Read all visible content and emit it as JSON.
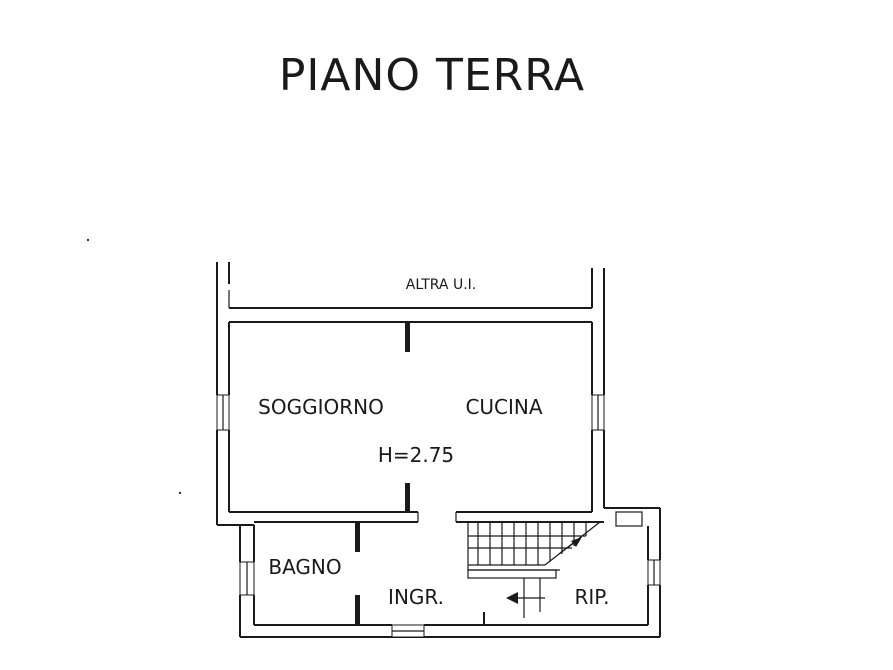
{
  "title": "PIANO  TERRA",
  "rooms": {
    "altra_ui": "ALTRA U.I.",
    "soggiorno": "SOGGIORNO",
    "cucina": "CUCINA",
    "height": "H=2.75",
    "bagno": "BAGNO",
    "ingresso": "INGR.",
    "ripostiglio": "RIP."
  }
}
